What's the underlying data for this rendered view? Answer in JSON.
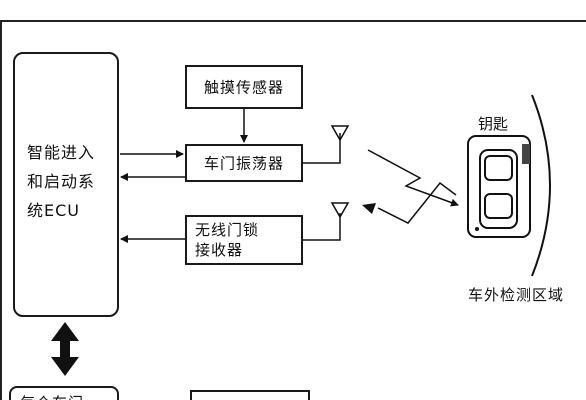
{
  "ecu": {
    "lines": [
      "智能进入",
      "和启动系",
      "统ECU"
    ]
  },
  "touch_sensor": {
    "label": "触摸传感器"
  },
  "door_oscillator": {
    "label": "车门振荡器"
  },
  "wireless_receiver": {
    "lines": [
      "无线门锁",
      "接收器"
    ]
  },
  "door_box": {
    "label": "每个车门"
  },
  "key": {
    "label": "钥匙"
  },
  "zone": {
    "label": "车外检测区域"
  }
}
